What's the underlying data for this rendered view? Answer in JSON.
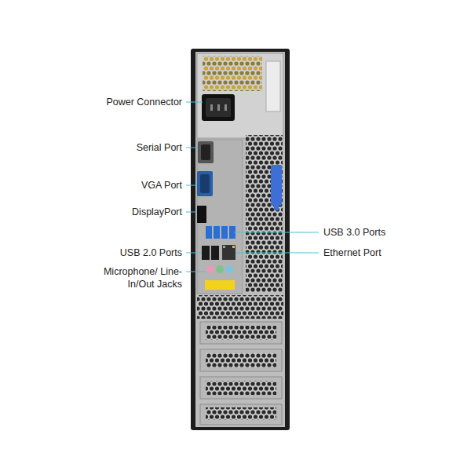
{
  "diagram": {
    "labels": [
      "Power Connector",
      "Serial Port",
      "VGA Port",
      "DisplayPort",
      "USB 2.0 Ports",
      "Microphone/ Line-In/Out Jacks",
      "USB 3.0 Ports",
      "Ethernet Port"
    ]
  }
}
